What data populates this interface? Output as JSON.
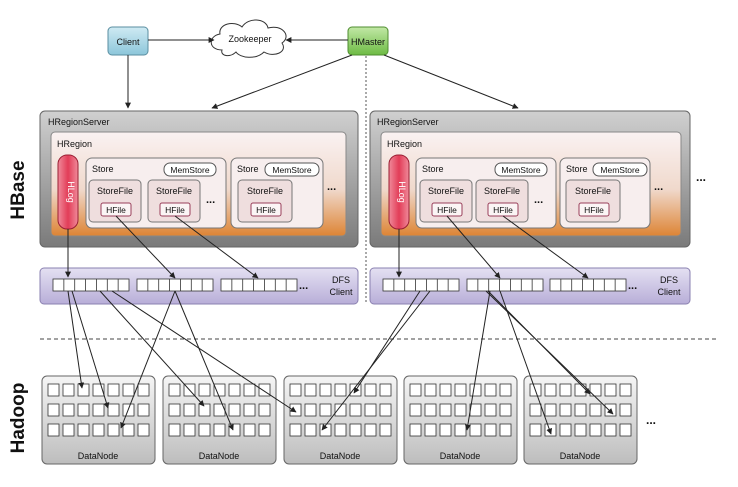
{
  "side_labels": {
    "hbase": "HBase",
    "hadoop": "Hadoop"
  },
  "top_nodes": {
    "client": "Client",
    "zookeeper": "Zookeeper",
    "hmaster": "HMaster"
  },
  "left_server": {
    "title": "HRegionServer",
    "region": "HRegion",
    "hlog": "HLog",
    "stores": [
      {
        "label": "Store",
        "memstore": "MemStore",
        "storefiles": [
          {
            "label": "StoreFile",
            "hfile": "HFile"
          },
          {
            "label": "StoreFile",
            "hfile": "HFile"
          }
        ]
      },
      {
        "label": "Store",
        "memstore": "MemStore",
        "storefiles": [
          {
            "label": "StoreFile",
            "hfile": "HFile"
          }
        ]
      }
    ],
    "dfs_client": [
      "DFS",
      "Client"
    ]
  },
  "right_server": {
    "title": "HRegionServer",
    "region": "HRegion",
    "hlog": "HLog",
    "stores": [
      {
        "label": "Store",
        "memstore": "MemStore",
        "storefiles": [
          {
            "label": "StoreFile",
            "hfile": "HFile"
          },
          {
            "label": "StoreFile",
            "hfile": "HFile"
          }
        ]
      },
      {
        "label": "Store",
        "memstore": "MemStore",
        "storefiles": [
          {
            "label": "StoreFile",
            "hfile": "HFile"
          }
        ]
      }
    ],
    "dfs_client": [
      "DFS",
      "Client"
    ]
  },
  "datanodes": [
    "DataNode",
    "DataNode",
    "DataNode",
    "DataNode",
    "DataNode"
  ],
  "ellipsis": "...",
  "colors": {
    "client": "#a9d6e5",
    "hmaster": "#8fcf6a",
    "dfs_band": "#cdc6e4",
    "hlog": "#e8506a",
    "server_frame": "#8a8a8a",
    "region_top": "#f8ecec",
    "region_bottom": "#e0893a"
  }
}
